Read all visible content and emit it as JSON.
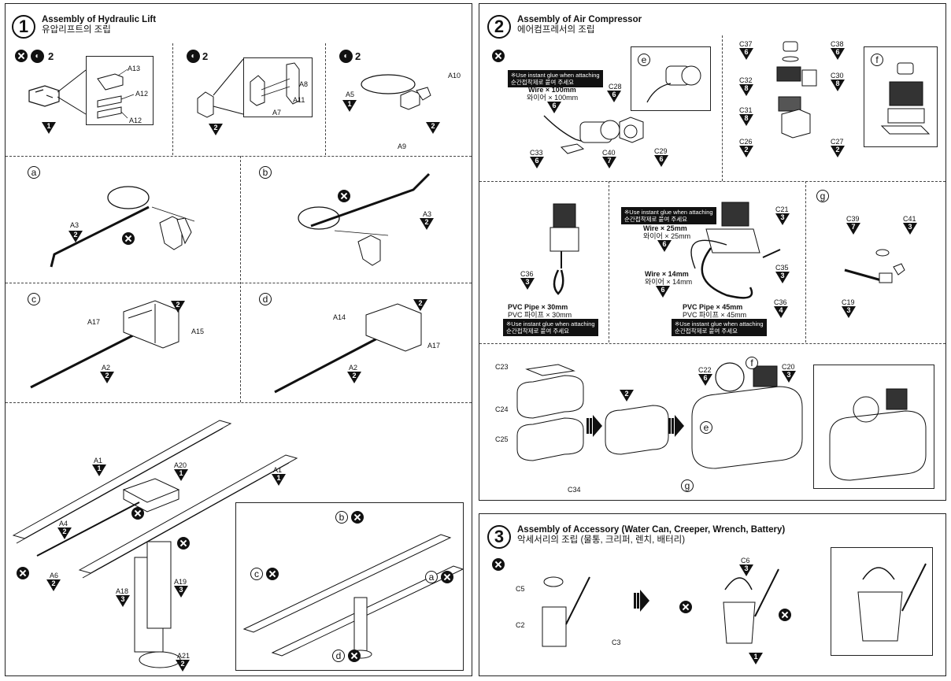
{
  "step1": {
    "num": "1",
    "title_en": "Assembly of Hydraulic Lift",
    "title_ko": "유압리프트의 조립",
    "count": "2",
    "parts": {
      "a13": "A13",
      "a12a": "A12",
      "a12b": "A12",
      "t1": "1",
      "a8": "A8",
      "a11": "A11",
      "a7": "A7",
      "t2": "2",
      "a10": "A10",
      "a5": "A5",
      "a5n": "1",
      "a9": "A9",
      "t3": "2",
      "a3a": "A3",
      "a3an": "2",
      "a3b": "A3",
      "a3bn": "2",
      "a17c": "A17",
      "a15": "A15",
      "c2": "2",
      "a2c": "A2",
      "a2cn": "2",
      "a14": "A14",
      "a17d": "A17",
      "d2": "2",
      "a2d": "A2",
      "a2dn": "2",
      "a1l": "A1",
      "a1ln": "1",
      "a20": "A20",
      "a20n": "1",
      "a1r": "A1",
      "a1rn": "1",
      "a4": "A4",
      "a4n": "2",
      "a6": "A6",
      "a6n": "2",
      "a18": "A18",
      "a18n": "3",
      "a19": "A19",
      "a19n": "3",
      "a21": "A21",
      "a21n": "2"
    },
    "sub": {
      "a": "a",
      "b": "b",
      "c": "c",
      "d": "d"
    }
  },
  "step2": {
    "num": "2",
    "title_en": "Assembly of Air Compressor",
    "title_ko": "에어컴프레서의 조립",
    "glue_en": "※Use instant glue when attaching",
    "glue_ko": "순간접착제로 붙여 주세요",
    "wire100": "Wire × 100mm",
    "wire100_ko": "와이어 × 100mm",
    "wire100n": "6",
    "wire25": "Wire × 25mm",
    "wire25_ko": "와이어 × 25mm",
    "wire25n": "6",
    "wire14": "Wire × 14mm",
    "wire14_ko": "와이어 × 14mm",
    "wire14n": "6",
    "pvc30": "PVC Pipe × 30mm",
    "pvc30_ko": "PVC 파이프 × 30mm",
    "pvc45": "PVC Pipe × 45mm",
    "pvc45_ko": "PVC 파이프 × 45mm",
    "parts": {
      "c28": "C28",
      "c28n": "6",
      "c33": "C33",
      "c33n": "6",
      "c40": "C40",
      "c40n": "7",
      "c29": "C29",
      "c29n": "6",
      "c37": "C37",
      "c37n": "6",
      "c38": "C38",
      "c38n": "6",
      "c32": "C32",
      "c32n": "8",
      "c30": "C30",
      "c30n": "8",
      "c31": "C31",
      "c31n": "8",
      "c26": "C26",
      "c26n": "2",
      "c27": "C27",
      "c27n": "2",
      "c36a": "C36",
      "c36an": "3",
      "c21": "C21",
      "c21n": "3",
      "c35": "C35",
      "c35n": "3",
      "c36b": "C36",
      "c36bn": "4",
      "c39": "C39",
      "c39n": "7",
      "c41": "C41",
      "c41n": "3",
      "c19": "C19",
      "c19n": "3",
      "c23": "C23",
      "c24": "C24",
      "c25": "C25",
      "c34": "C34",
      "mid": "2",
      "c22": "C22",
      "c22n": "6",
      "c20": "C20",
      "c20n": "3"
    },
    "sub": {
      "e": "e",
      "f": "f",
      "g": "g"
    }
  },
  "step3": {
    "num": "3",
    "title_en": "Assembly of Accessory (Water Can, Creeper, Wrench, Battery)",
    "title_ko": "악세서리의 조립 (물통, 크리퍼, 렌치, 배터리)",
    "parts": {
      "c6": "C6",
      "c6n": "3",
      "c5": "C5",
      "c2": "C2",
      "c3": "C3",
      "t1": "1"
    }
  }
}
